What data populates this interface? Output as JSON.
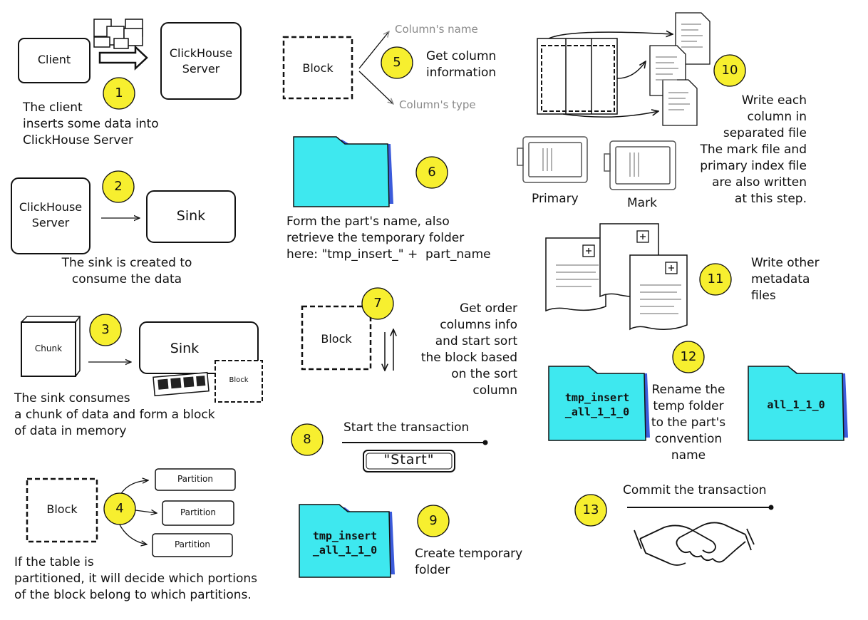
{
  "colors": {
    "badge": "#f7ef2f",
    "folder": "#3ee8ef",
    "folder_back": "#3b5bdb",
    "ink": "#111111"
  },
  "step1": {
    "number": "1",
    "client": "Client",
    "server": "ClickHouse\nServer",
    "text": "The client\ninserts some data into\nClickHouse Server"
  },
  "step2": {
    "number": "2",
    "server": "ClickHouse\nServer",
    "sink": "Sink",
    "text": "The sink is created to\nconsume the data"
  },
  "step3": {
    "number": "3",
    "chunk": "Chunk",
    "sink": "Sink",
    "block": "Block",
    "text": "The sink consumes\na chunk of data and form a block\nof data in memory"
  },
  "step4": {
    "number": "4",
    "block": "Block",
    "partitions": [
      "Partition",
      "Partition",
      "Partition"
    ],
    "text": "If the table is\npartitioned, it will decide which portions\nof the block belong to which partitions."
  },
  "step5": {
    "number": "5",
    "block": "Block",
    "column_name": "Column's name",
    "column_type": "Column's type",
    "text": "Get column\ninformation"
  },
  "step6": {
    "number": "6",
    "text": "Form the part's name, also\nretrieve the temporary folder\nhere: \"tmp_insert_\" +  part_name"
  },
  "step7": {
    "number": "7",
    "block": "Block",
    "text": "Get order\ncolumns info\nand start sort\nthe block based\non the sort\ncolumn"
  },
  "step8": {
    "number": "8",
    "text": "Start the transaction",
    "start_label": "\"Start\""
  },
  "step9": {
    "number": "9",
    "folder": "tmp_insert\n_all_1_1_0",
    "text": "Create temporary\nfolder"
  },
  "step10": {
    "number": "10",
    "primary": "Primary",
    "mark": "Mark",
    "text": "Write each\ncolumn in\nseparated file\nThe mark file and\nprimary index file\nare also written\nat this step."
  },
  "step11": {
    "number": "11",
    "text": "Write other\nmetadata\nfiles"
  },
  "step12": {
    "number": "12",
    "folder_from": "tmp_insert\n_all_1_1_0",
    "folder_to": "all_1_1_0",
    "text": "Rename the\ntemp folder\nto the part's\nconvention\nname"
  },
  "step13": {
    "number": "13",
    "text": "Commit the transaction"
  }
}
